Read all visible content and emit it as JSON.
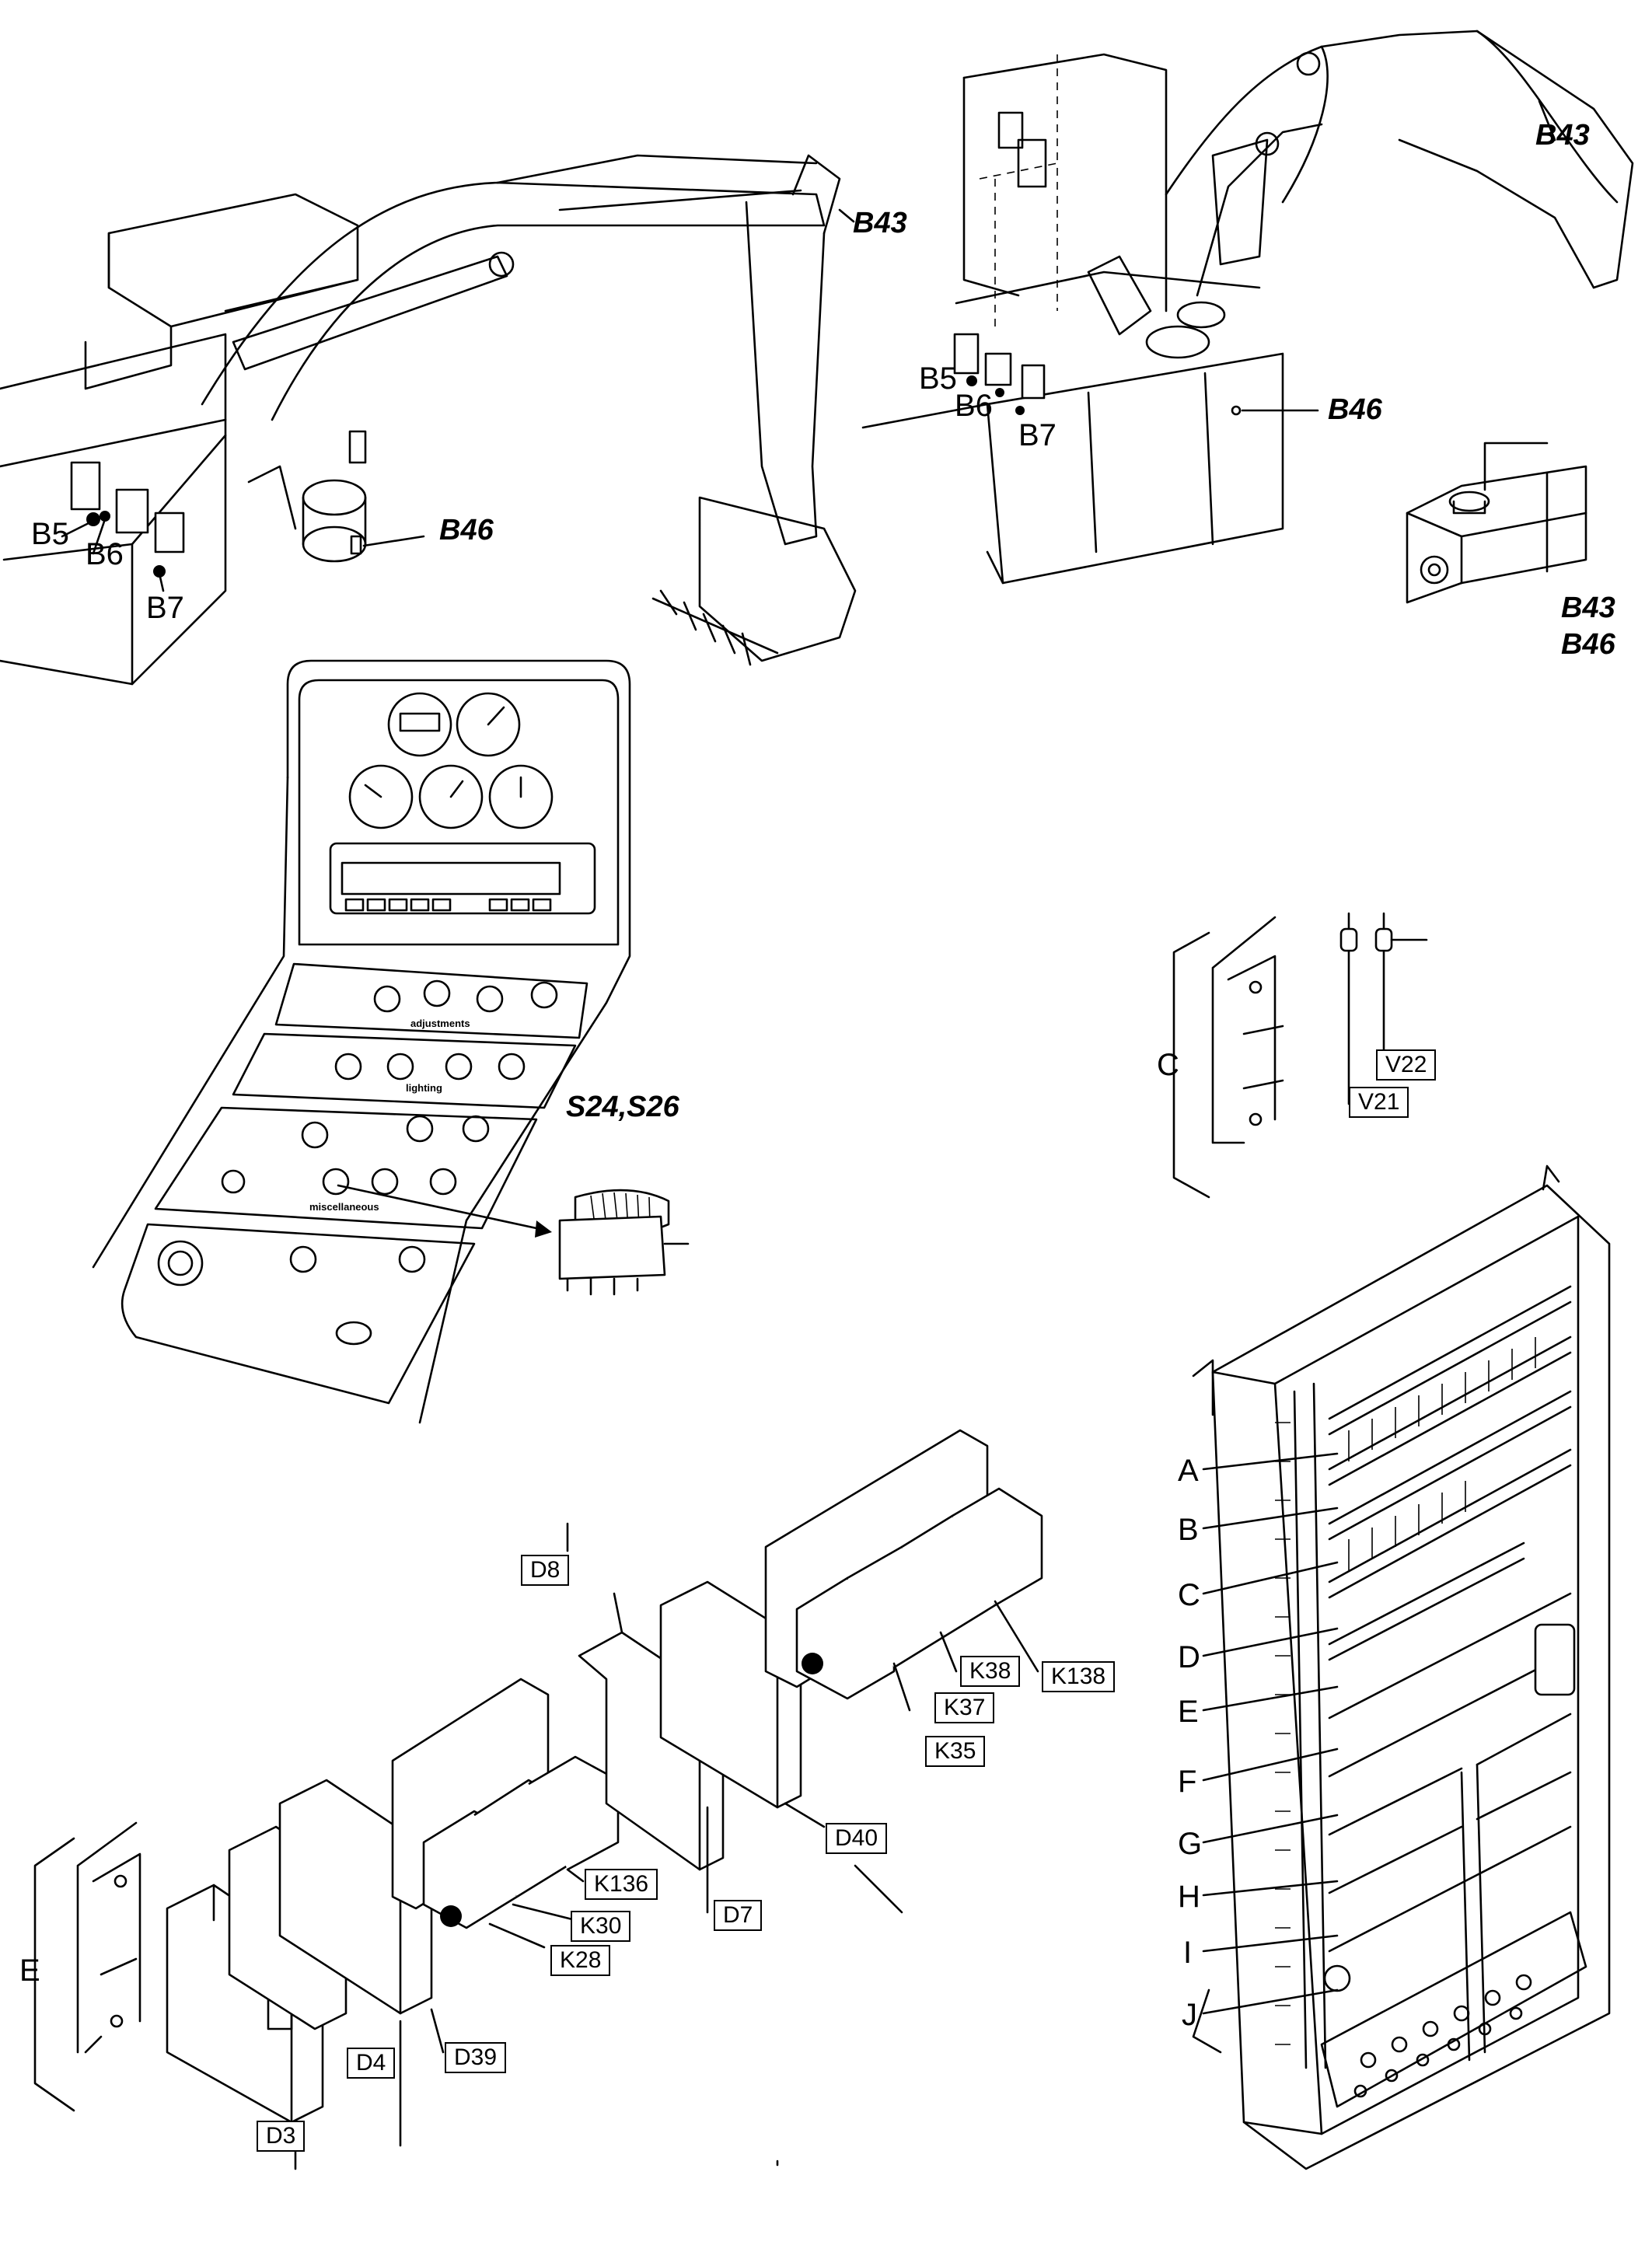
{
  "excavator_left": {
    "sensor_top": "B43",
    "sensor_bottom": "B46",
    "b5": "B5",
    "b6": "B6",
    "b7": "B7"
  },
  "excavator_right": {
    "sensor_top": "B43",
    "sensor_bottom": "B46",
    "b5": "B5",
    "b6": "B6",
    "b7": "B7"
  },
  "sensor_detail": {
    "line1": "B43",
    "line2": "B46"
  },
  "dashboard": {
    "panel_adjustments": "adjustments",
    "panel_lighting": "lighting",
    "panel_miscellaneous": "miscellaneous",
    "switch_callout": "S24,S26"
  },
  "diode_detail": {
    "group": "C",
    "v21": "V21",
    "v22": "V22"
  },
  "rail_assembly": {
    "group": "E",
    "d3": "D3",
    "d4": "D4",
    "d39": "D39",
    "k28": "K28",
    "k30": "K30",
    "k136": "K136",
    "d7": "D7",
    "d8": "D8",
    "d40": "D40",
    "k35": "K35",
    "k37": "K37",
    "k38": "K38",
    "k138": "K138"
  },
  "cabinet": {
    "labels": [
      "A",
      "B",
      "C",
      "D",
      "E",
      "F",
      "G",
      "H",
      "I",
      "J"
    ]
  }
}
